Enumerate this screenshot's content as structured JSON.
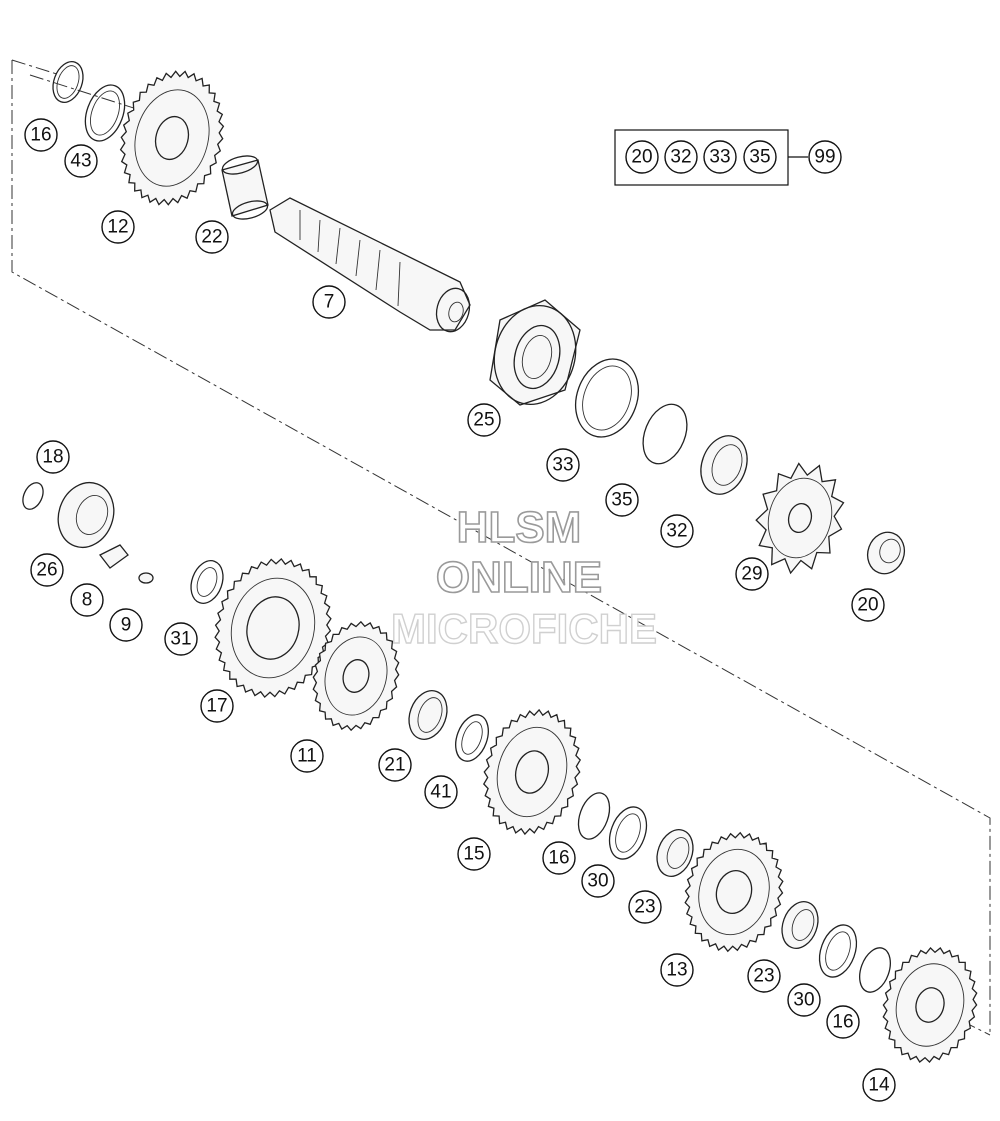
{
  "watermark": {
    "line1": "HLSM",
    "line2": "ONLINE",
    "line3": "MICROFICHE"
  },
  "kit": {
    "members": [
      "20",
      "32",
      "33",
      "35"
    ],
    "kit_number": "99"
  },
  "callouts": [
    {
      "label": "16"
    },
    {
      "label": "43"
    },
    {
      "label": "12"
    },
    {
      "label": "22"
    },
    {
      "label": "7"
    },
    {
      "label": "25"
    },
    {
      "label": "33"
    },
    {
      "label": "35"
    },
    {
      "label": "32"
    },
    {
      "label": "29"
    },
    {
      "label": "20"
    },
    {
      "label": "18"
    },
    {
      "label": "26"
    },
    {
      "label": "8"
    },
    {
      "label": "9"
    },
    {
      "label": "31"
    },
    {
      "label": "17"
    },
    {
      "label": "11"
    },
    {
      "label": "21"
    },
    {
      "label": "41"
    },
    {
      "label": "15"
    },
    {
      "label": "16"
    },
    {
      "label": "30"
    },
    {
      "label": "23"
    },
    {
      "label": "13"
    },
    {
      "label": "23"
    },
    {
      "label": "30"
    },
    {
      "label": "16"
    },
    {
      "label": "14"
    }
  ]
}
